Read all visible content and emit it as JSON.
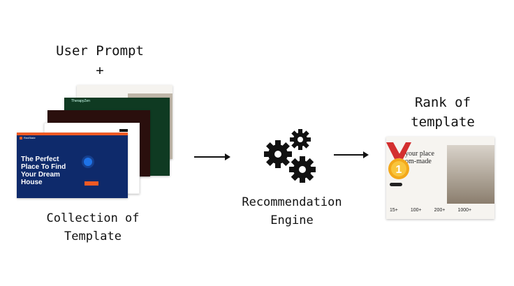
{
  "input": {
    "prompt_label": "User Prompt",
    "plus": "+",
    "collection_label_1": "Collection of",
    "collection_label_2": "Template"
  },
  "engine": {
    "label_1": "Recommendation",
    "label_2": "Engine",
    "icon": "gears-icon"
  },
  "output": {
    "label_1": "Rank of",
    "label_2": "template",
    "medal_rank": "1"
  },
  "templates": {
    "front": {
      "brand": "RedState",
      "headline": "The Perfect Place To Find Your Dream House",
      "color": "#0e2a6b",
      "accent": "#f15a24"
    },
    "green": {
      "brand": "TherapyZen",
      "color": "#0f3a22"
    },
    "dark": {
      "color": "#2a0f0d"
    },
    "cream": {
      "color": "#f5f3ef"
    }
  },
  "result": {
    "headline_1": "your place",
    "headline_2": "om-made",
    "stats": [
      "15+",
      "100+",
      "200+",
      "1000+"
    ]
  }
}
